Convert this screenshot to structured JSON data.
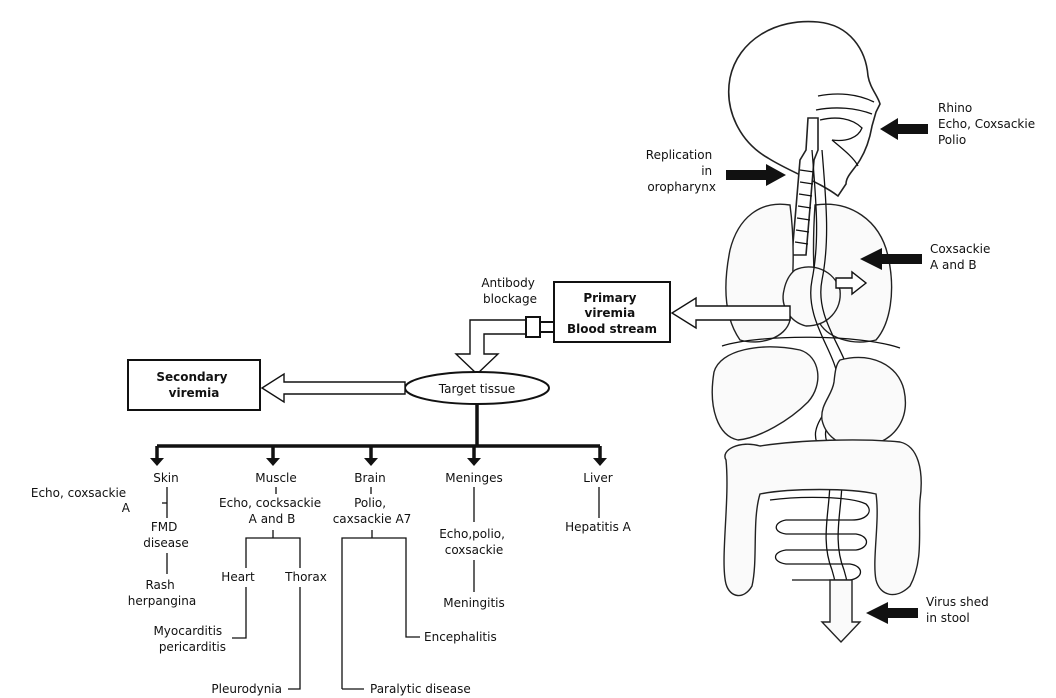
{
  "entry": {
    "nose": [
      "Rhino",
      "Echo, Coxsackie",
      "Polio"
    ],
    "oro": [
      "Replication",
      "in",
      "oropharynx"
    ],
    "lung": [
      "Coxsackie",
      "A and B"
    ],
    "stool": [
      "Virus shed",
      "in stool"
    ]
  },
  "viremia": {
    "antibody": [
      "Antibody",
      "blockage"
    ],
    "primary": [
      "Primary",
      "viremia",
      "Blood stream"
    ],
    "secondary": [
      "Secondary",
      "viremia"
    ],
    "target": "Target tissue"
  },
  "tissues": {
    "skin": {
      "title": "Skin",
      "virus": [
        "Echo, coxsackie",
        "A"
      ],
      "step": [
        "FMD",
        "disease"
      ],
      "result": [
        "Rash",
        "herpangina"
      ]
    },
    "muscle": {
      "title": "Muscle",
      "virus": [
        "Echo, cocksackie",
        "A and B"
      ],
      "heart": "Heart",
      "thorax": "Thorax",
      "myo": [
        "Myocarditis",
        "pericarditis"
      ],
      "pleuro": "Pleurodynia"
    },
    "brain": {
      "title": "Brain",
      "virus": [
        "Polio,",
        "caxsackie A7"
      ],
      "enceph": "Encephalitis",
      "paralytic": "Paralytic disease"
    },
    "meninges": {
      "title": "Meninges",
      "virus": [
        "Echo,polio,",
        "coxsackie"
      ],
      "result": "Meningitis"
    },
    "liver": {
      "title": "Liver",
      "result": "Hepatitis A"
    }
  }
}
